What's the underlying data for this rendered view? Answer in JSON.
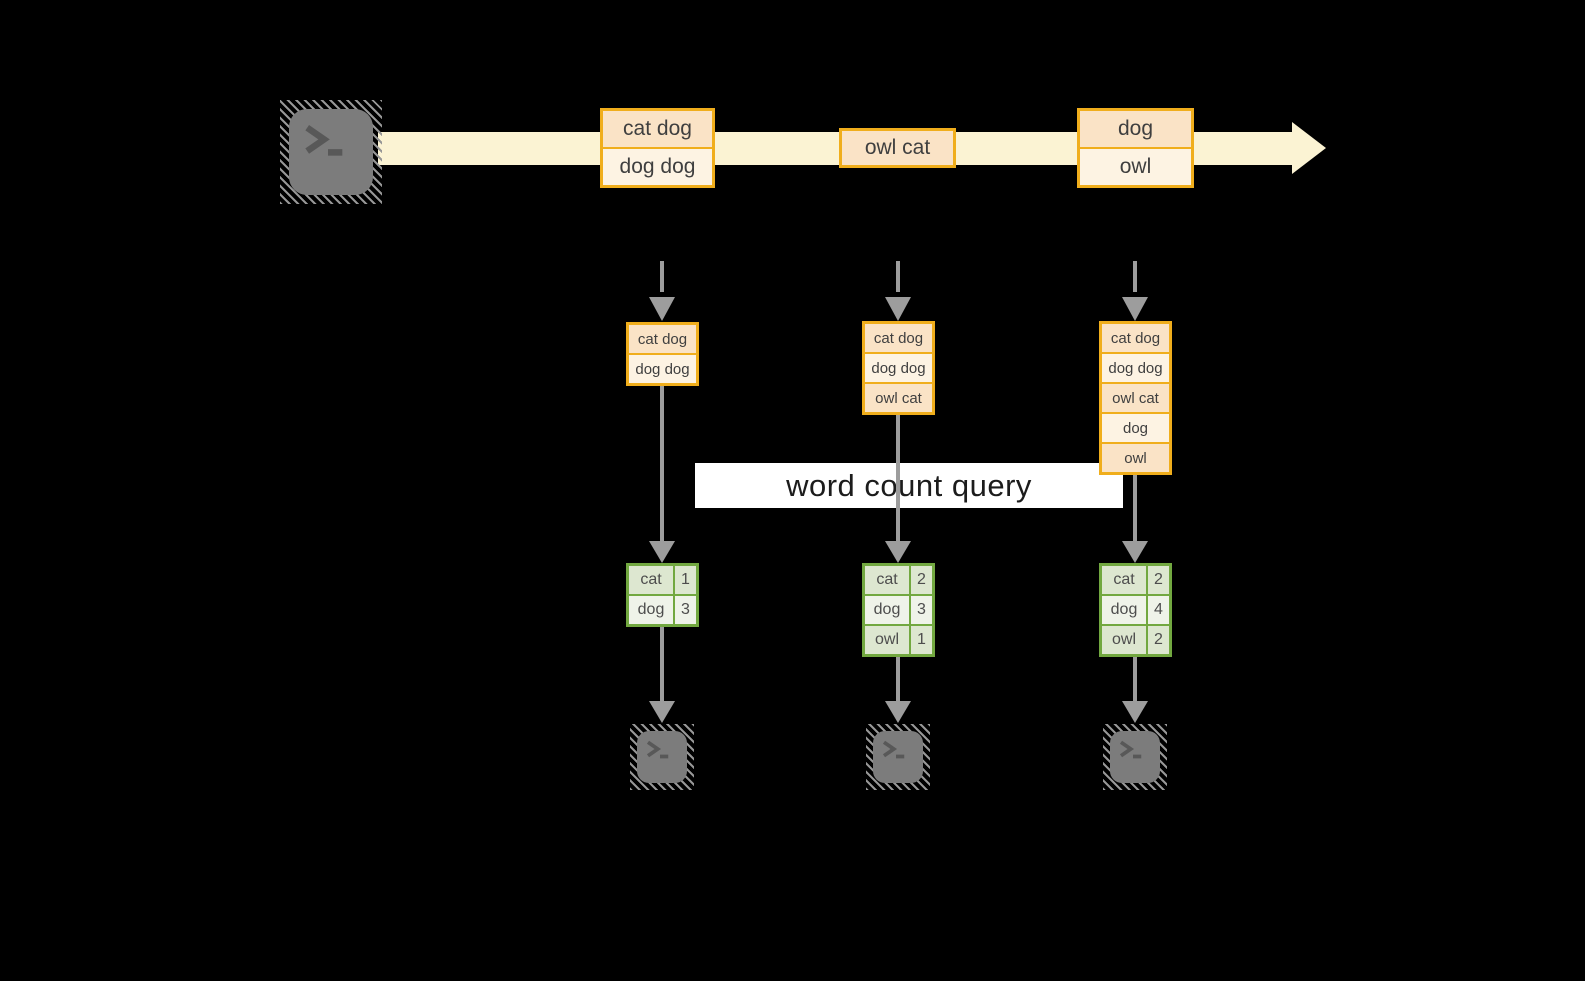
{
  "banner": {
    "label": "word count query"
  },
  "stream": {
    "batches": [
      {
        "items": [
          "cat dog",
          "dog dog"
        ]
      },
      {
        "items": [
          "owl cat"
        ]
      },
      {
        "items": [
          "dog",
          "owl"
        ]
      }
    ]
  },
  "columns": [
    {
      "received": [
        "cat dog",
        "dog dog"
      ],
      "counts": [
        {
          "word": "cat",
          "count": "1"
        },
        {
          "word": "dog",
          "count": "3"
        }
      ]
    },
    {
      "received": [
        "cat dog",
        "dog dog",
        "owl cat"
      ],
      "counts": [
        {
          "word": "cat",
          "count": "2"
        },
        {
          "word": "dog",
          "count": "3"
        },
        {
          "word": "owl",
          "count": "1"
        }
      ]
    },
    {
      "received": [
        "cat dog",
        "dog dog",
        "owl cat",
        "dog",
        "owl"
      ],
      "counts": [
        {
          "word": "cat",
          "count": "2"
        },
        {
          "word": "dog",
          "count": "4"
        },
        {
          "word": "owl",
          "count": "2"
        }
      ]
    }
  ],
  "icons": {
    "source": "terminal-icon",
    "prompt": "terminal-prompt-icon",
    "stream_arrow": "stream-flow-arrow",
    "down_arrow": "down-arrow"
  },
  "colors": {
    "background": "#000000",
    "stream_fill": "#fbf3d3",
    "batch_border": "#f0ae1c",
    "batch_fill_dark": "#fae3c6",
    "batch_fill_light": "#fdf3e3",
    "table_border": "#72a840",
    "table_fill_dark": "#dde7d0",
    "table_fill_light": "#eff3e9",
    "arrow_gray": "#9d9d9d",
    "terminal_gray": "#7c7c7c",
    "banner_bg": "#ffffff"
  }
}
